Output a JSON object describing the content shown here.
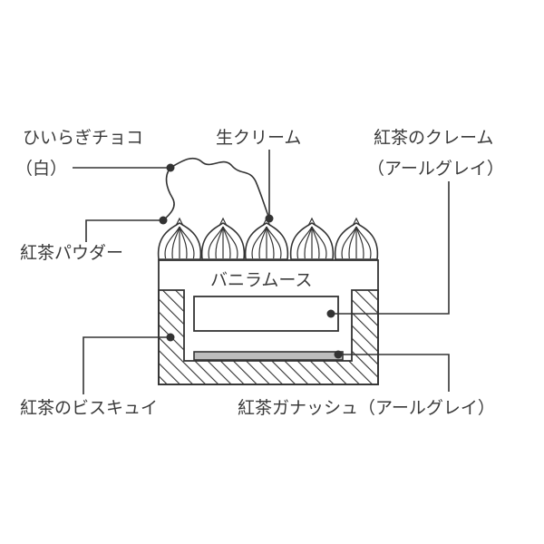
{
  "labels": {
    "hiiragi_line1": "ひいらぎチョコ",
    "hiiragi_line2": "（白）",
    "namacream": "生クリーム",
    "kocha_cream_line1": "紅茶のクレーム",
    "kocha_cream_line2": "（アールグレイ）",
    "kocha_powder": "紅茶パウダー",
    "vanilla_mousse": "バニラムース",
    "kocha_biscuit": "紅茶のビスキュイ",
    "kocha_ganache": "紅茶ガナッシュ（アールグレイ）"
  },
  "colors": {
    "line": "#333333",
    "text": "#3a3a3a",
    "ganache_fill": "#bdbdbd",
    "background": "#ffffff"
  }
}
